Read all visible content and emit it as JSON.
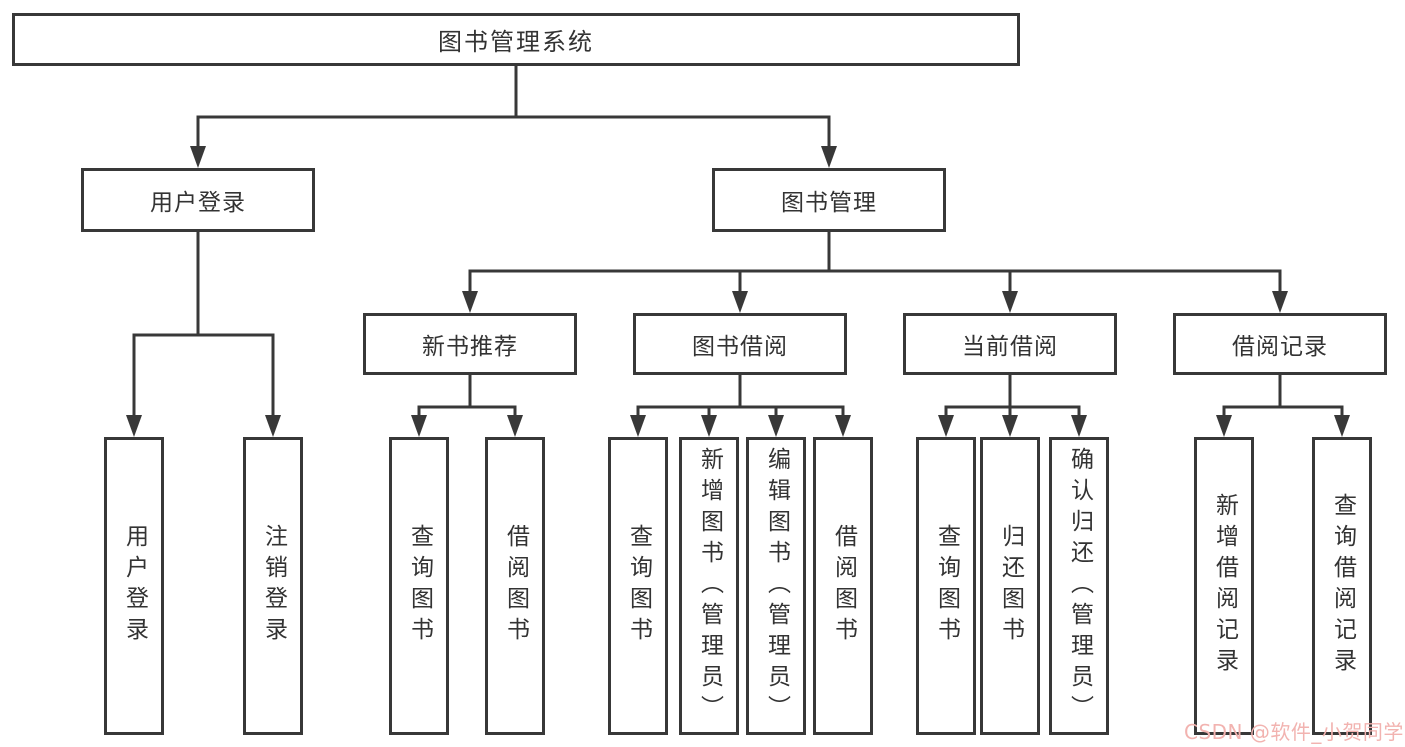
{
  "title": "图书管理系统",
  "tree": {
    "root": {
      "label": "图书管理系统"
    },
    "branches": [
      {
        "label": "用户登录",
        "children": [
          {
            "label": "用户登录"
          },
          {
            "label": "注销登录"
          }
        ]
      },
      {
        "label": "图书管理",
        "children": [
          {
            "label": "新书推荐",
            "children": [
              {
                "label": "查询图书"
              },
              {
                "label": "借阅图书"
              }
            ]
          },
          {
            "label": "图书借阅",
            "children": [
              {
                "label": "查询图书"
              },
              {
                "label": "新增图书（管理员）"
              },
              {
                "label": "编辑图书（管理员）"
              },
              {
                "label": "借阅图书"
              }
            ]
          },
          {
            "label": "当前借阅",
            "children": [
              {
                "label": "查询图书"
              },
              {
                "label": "归还图书"
              },
              {
                "label": "确认归还（管理员）"
              }
            ]
          },
          {
            "label": "借阅记录",
            "children": [
              {
                "label": "新增借阅记录"
              },
              {
                "label": "查询借阅记录"
              }
            ]
          }
        ]
      }
    ]
  },
  "watermark": {
    "text": "CSDN @软件_小贺同学",
    "color": "#f2b3b0"
  },
  "colors": {
    "line": "#383838",
    "text": "#333333",
    "background": "#ffffff"
  }
}
